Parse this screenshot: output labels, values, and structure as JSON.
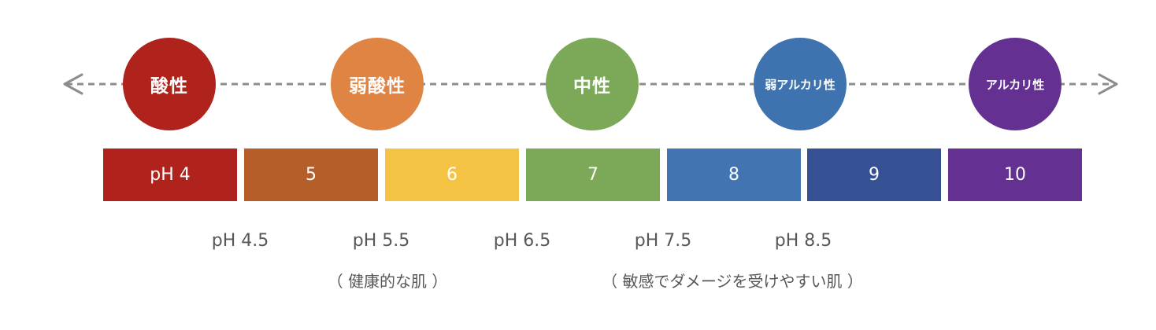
{
  "categories": [
    {
      "label": "酸性",
      "color": "#b0231c"
    },
    {
      "label": "弱酸性",
      "color": "#e08444"
    },
    {
      "label": "中性",
      "color": "#7ba957"
    },
    {
      "label": "弱アルカリ性",
      "color": "#3f73b0"
    },
    {
      "label": "アルカリ性",
      "color": "#643192"
    }
  ],
  "scale": [
    {
      "label": "pH 4",
      "color": "#b0231c"
    },
    {
      "label": "5",
      "color": "#b65e2a"
    },
    {
      "label": "6",
      "color": "#f4c343"
    },
    {
      "label": "7",
      "color": "#7ba957"
    },
    {
      "label": "8",
      "color": "#4174b0"
    },
    {
      "label": "9",
      "color": "#365193"
    },
    {
      "label": "10",
      "color": "#643192"
    }
  ],
  "ticks": [
    "pH 4.5",
    "pH 5.5",
    "pH 6.5",
    "pH 7.5",
    "pH 8.5"
  ],
  "notes": {
    "healthy": "（ 健康的な肌 ）",
    "sensitive": "（ 敏感でダメージを受けやすい肌 ）"
  },
  "axis_color": "#8c8c8c"
}
